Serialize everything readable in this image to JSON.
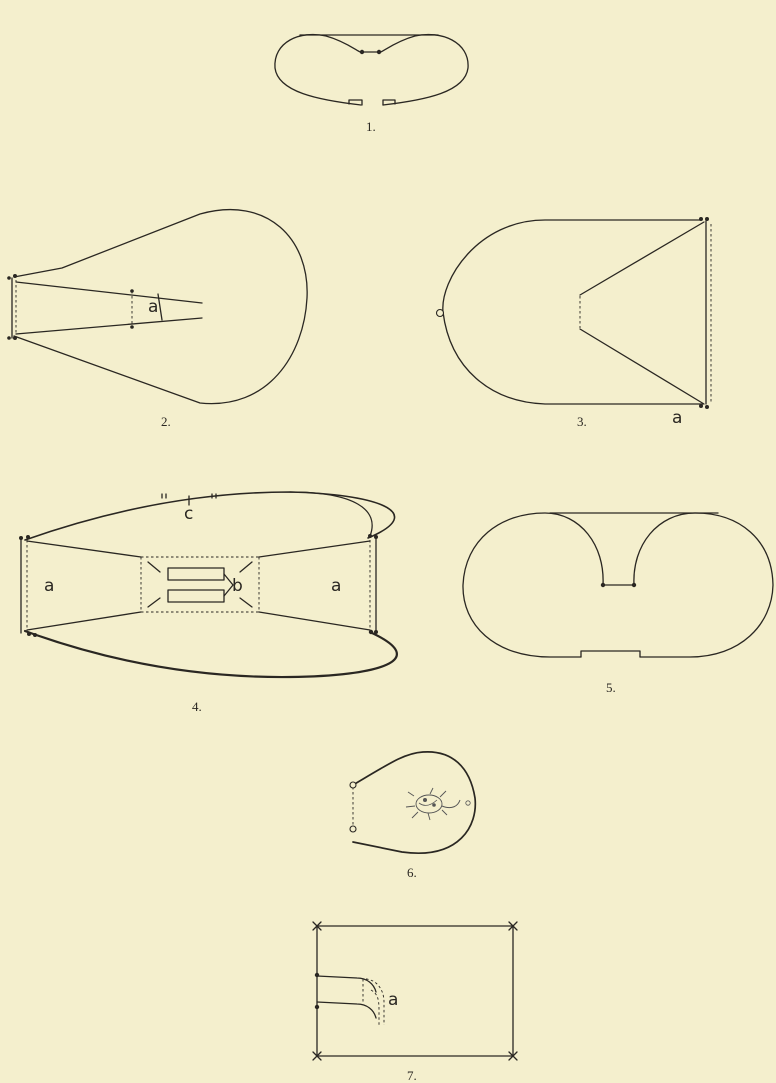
{
  "figures": [
    {
      "number": "1.",
      "labels": []
    },
    {
      "number": "2.",
      "labels": [
        "a"
      ]
    },
    {
      "number": "3.",
      "labels": [
        "a"
      ]
    },
    {
      "number": "4.",
      "labels": [
        "a",
        "b",
        "c",
        "a"
      ]
    },
    {
      "number": "5.",
      "labels": []
    },
    {
      "number": "6.",
      "labels": []
    },
    {
      "number": "7.",
      "labels": [
        "a"
      ]
    }
  ]
}
